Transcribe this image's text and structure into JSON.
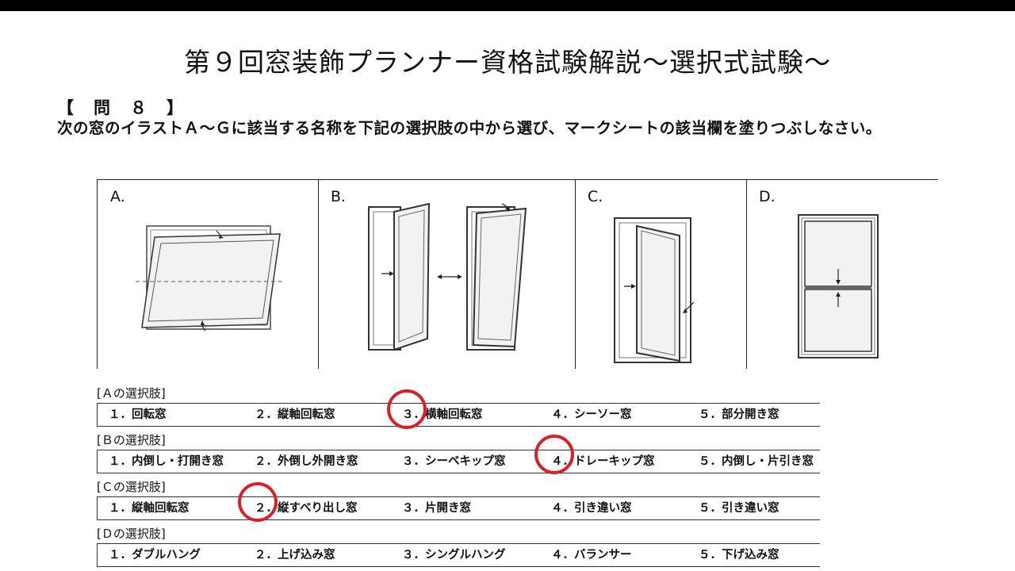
{
  "title": "第９回窓装飾プランナー資格試験解説～選択式試験～",
  "question_number": "【　問　８　】",
  "instruction": "次の窓のイラストＡ～Ｇに該当する名称を下記の選択肢の中から選び、マークシートの該当欄を塗りつぶしなさい。",
  "panels": [
    {
      "label": "A."
    },
    {
      "label": "B."
    },
    {
      "label": "C."
    },
    {
      "label": "D."
    }
  ],
  "choice_groups": [
    {
      "title": "[Ａの選択肢]",
      "options": [
        "１．回転窓",
        "２．縦軸回転窓",
        "３．横軸回転窓",
        "４．シーソー窓",
        "５．部分開き窓"
      ],
      "marked": 3
    },
    {
      "title": "[Ｂの選択肢]",
      "options": [
        "１．内倒し・打開き窓",
        "２．外倒し外開き窓",
        "３．シーベキップ窓",
        "４．ドレーキップ窓",
        "５．内倒し・片引き窓"
      ],
      "marked": 4
    },
    {
      "title": "[Ｃの選択肢]",
      "options": [
        "１．縦軸回転窓",
        "２．縦すべり出し窓",
        "３．片開き窓",
        "４．引き違い窓",
        "５．引き違い窓"
      ],
      "marked": 2
    },
    {
      "title": "[Ｄの選択肢]",
      "options": [
        "１．ダブルハング",
        "２．上げ込み窓",
        "３．シングルハング",
        "４．バランサー",
        "５．下げ込み窓"
      ],
      "marked": null
    }
  ],
  "colors": {
    "mark": "#d9202a",
    "line": "#222222",
    "glass": "#f2f2f2"
  }
}
